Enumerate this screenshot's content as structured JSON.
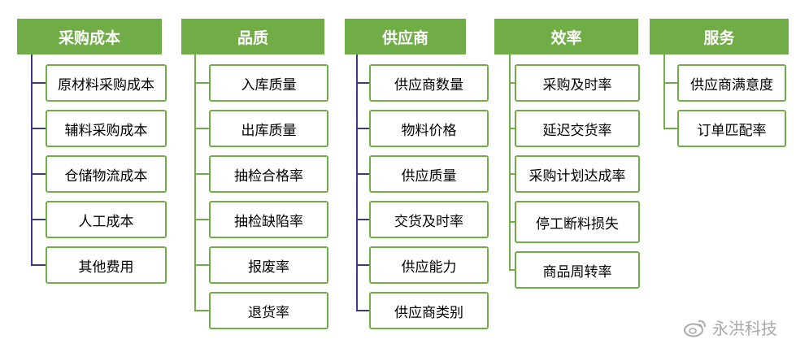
{
  "colors": {
    "header_bg": "#70ad47",
    "box_border": "#70ad47",
    "connector_blue": "#3b3a8a",
    "connector_green": "#70ad47"
  },
  "categories": [
    {
      "title": "采购成本",
      "items": [
        "原材料采购成本",
        "辅料采购成本",
        "仓储物流成本",
        "人工成本",
        "其他费用"
      ]
    },
    {
      "title": "品质",
      "items": [
        "入库质量",
        "出库质量",
        "抽检合格率",
        "抽检缺陷率",
        "报废率",
        "退货率"
      ]
    },
    {
      "title": "供应商",
      "items": [
        "供应商数量",
        "物料价格",
        "供应质量",
        "交货及时率",
        "供应能力",
        "供应商类别"
      ]
    },
    {
      "title": "效率",
      "items": [
        "采购及时率",
        "延迟交货率",
        "采购计划达成率",
        "停工断料损失",
        "商品周转率"
      ]
    },
    {
      "title": "服务",
      "items": [
        "供应商满意度",
        "订单匹配率"
      ]
    }
  ],
  "watermark": {
    "text": "永洪科技",
    "icon": "weibo-icon"
  }
}
